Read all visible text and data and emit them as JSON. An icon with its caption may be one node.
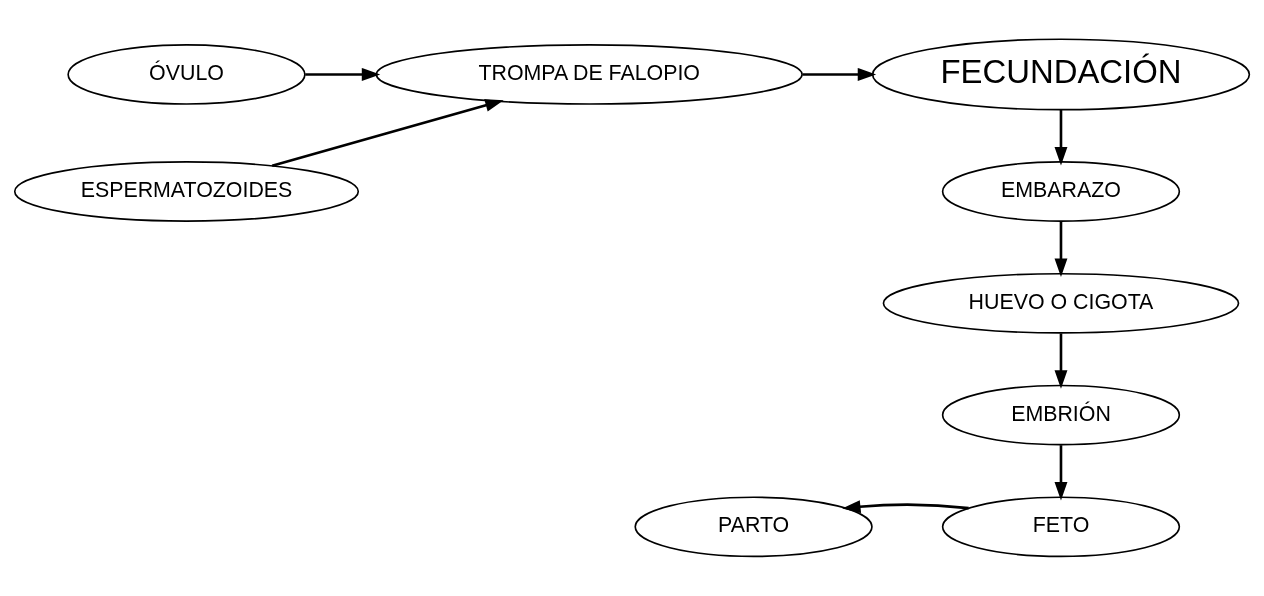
{
  "diagram": {
    "nodes": [
      {
        "text": [
          "ÓVULO"
        ]
      },
      {
        "text": [
          "TROMPA DE FALOPIO"
        ]
      },
      {
        "text": [
          "FECUNDACIÓN"
        ]
      },
      {
        "text": [
          "ESPERMATOZOIDES"
        ]
      },
      {
        "text": [
          "EMBARAZO"
        ]
      },
      {
        "text": [
          "HUEVO O CIGOTA"
        ]
      },
      {
        "text": [
          "EMBRIÓN"
        ]
      },
      {
        "text": [
          "FETO"
        ]
      },
      {
        "text": [
          "PARTO"
        ]
      }
    ],
    "edges": [
      {
        "from": 0,
        "to": 1,
        "arrow": "to"
      },
      {
        "from": 3,
        "to": 1,
        "arrow": "to"
      },
      {
        "from": 1,
        "to": 2,
        "arrow": "to"
      },
      {
        "from": 2,
        "to": 4,
        "arrow": "to"
      },
      {
        "from": 4,
        "to": 5,
        "arrow": "to"
      },
      {
        "from": 5,
        "to": 6,
        "arrow": "to"
      },
      {
        "from": 6,
        "to": 7,
        "arrow": "to"
      },
      {
        "from": 7,
        "to": 8,
        "arrow": "to"
      }
    ]
  }
}
